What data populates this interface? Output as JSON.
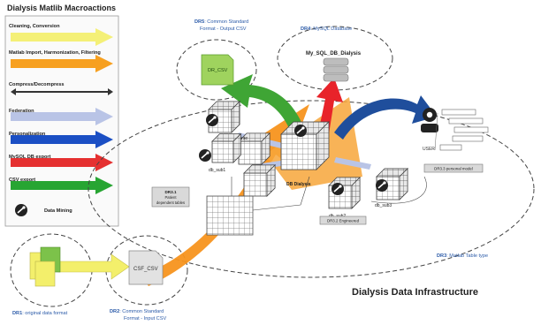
{
  "legend": {
    "title": "Dialysis Matlib Macroactions",
    "items": [
      {
        "label": "Cleaning, Conversion",
        "color": "#f4f077",
        "kind": "arrow-right"
      },
      {
        "label": "Matlab Import, Harmonization, Filtering",
        "color": "#f7a020",
        "kind": "arrow-right"
      },
      {
        "label": "Compress/Decompress",
        "color": "#333333",
        "kind": "double-arrow"
      },
      {
        "label": "Federation",
        "color": "#b9c4e6",
        "kind": "arrow-right"
      },
      {
        "label": "Personalization",
        "color": "#1b4fc4",
        "kind": "arrow-right"
      },
      {
        "label": "MySQL DB export",
        "color": "#e53030",
        "kind": "arrow-right"
      },
      {
        "label": "CSV export",
        "color": "#27a532",
        "kind": "arrow-right"
      },
      {
        "label": "Data Mining",
        "color": "#222222",
        "kind": "mining-icon"
      }
    ]
  },
  "title": "Dialysis Data Infrastructure",
  "zones": {
    "dr1": {
      "prefix": "DR1",
      "text": ": original data format"
    },
    "dr2": {
      "prefix": "DR2",
      "line1": ": Common Standard",
      "line2": "Format - Input CSV"
    },
    "dr3": {
      "prefix": "DR3",
      "text": ": Matlab Table type"
    },
    "dr4": {
      "prefix": "DR4",
      "text": ": MySQL Database"
    },
    "dr5": {
      "prefix": "DR5",
      "line1": ": Common Standard",
      "line2": "Format - Output CSV"
    }
  },
  "labels": {
    "csv_in": "CSF_CSV",
    "csv_out": "DR_CSV",
    "mysql": "My_SQL_DB_Dialysis",
    "db_dialysis": "DB Dialysis",
    "db_sparse": "db_Sparse",
    "db_sub1": "db_sub1",
    "db_sub2": "db_sub2",
    "db_sub3": "db_sub3",
    "dr3_patient": "DR3.1",
    "dr3_patient_line2": "Patient",
    "dr3_patient_line3": "dependent tables",
    "dr3_engineered": "DR3.2 Engineered",
    "dr3_personal": "DR3.3 personal model",
    "user": "USER"
  },
  "colors": {
    "orange": "#f7941d",
    "green": "#3fa535",
    "red": "#e8232a",
    "blue": "#1f4e9c",
    "yellow": "#f3ef6b",
    "zone_text": "#2a5aa8"
  }
}
